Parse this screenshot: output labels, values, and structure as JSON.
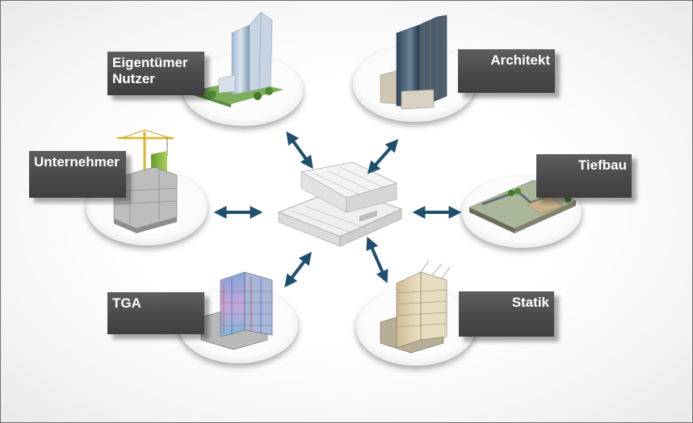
{
  "diagram": {
    "center": {
      "icon": "central-building-model"
    },
    "stakeholders": [
      {
        "id": "eigentuemer",
        "lines": [
          "Eigentümer",
          "Nutzer"
        ],
        "icon": "office-tower-with-park"
      },
      {
        "id": "architekt",
        "lines": [
          "Architekt"
        ],
        "icon": "high-rise-architecture-model"
      },
      {
        "id": "unternehmer",
        "lines": [
          "Unternehmer"
        ],
        "icon": "construction-site-crane"
      },
      {
        "id": "tiefbau",
        "lines": [
          "Tiefbau"
        ],
        "icon": "terrain-excavation-model"
      },
      {
        "id": "tga",
        "lines": [
          "TGA"
        ],
        "icon": "building-services-model"
      },
      {
        "id": "statik",
        "lines": [
          "Statik"
        ],
        "icon": "structural-frame-model"
      }
    ],
    "colors": {
      "label_box": "#4a4a4a",
      "label_text": "#ffffff",
      "arrow": "#1e4f6e",
      "frame": "#6f6f6f"
    }
  }
}
